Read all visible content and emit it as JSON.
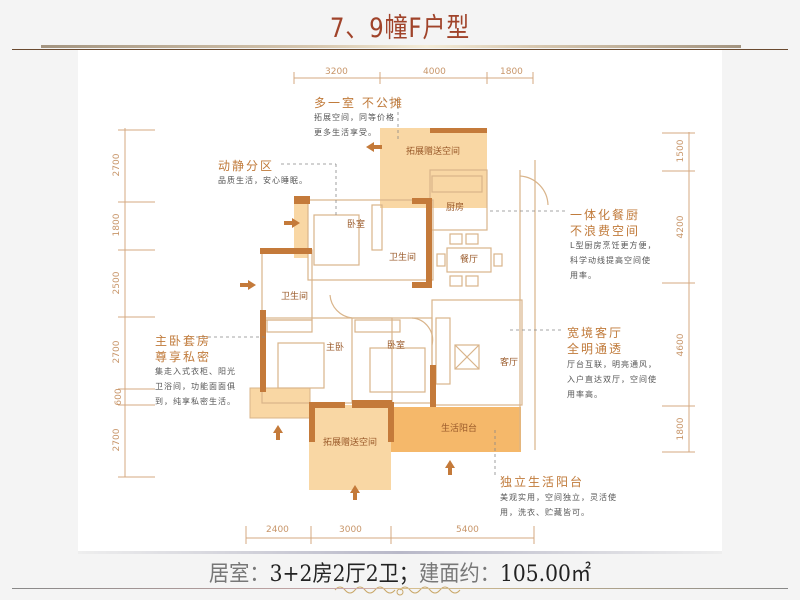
{
  "header": {
    "title": "7、9幢F户型"
  },
  "floorplan": {
    "top_dims": [
      "3200",
      "4000",
      "1800"
    ],
    "bottom_dims": [
      "2400",
      "3000",
      "5400"
    ],
    "left_dims": [
      "2700",
      "1800",
      "2500",
      "2700",
      "600",
      "2700"
    ],
    "right_dims": [
      "1500",
      "4200",
      "4600",
      "1800"
    ],
    "rooms": {
      "ext_top": "拓展赠送空间",
      "kitchen": "厨房",
      "bedroom_top": "卧室",
      "bath_mid": "卫生间",
      "dining": "餐厅",
      "bath_left": "卫生间",
      "master": "主卧",
      "bedroom_mid": "卧室",
      "living": "客厅",
      "ext_bottom": "拓展赠送空间",
      "balcony": "生活阳台"
    },
    "annotations": [
      {
        "heading": "多一室 不公摊",
        "lines": [
          "拓展空间，同等价格",
          "更多生活享受。"
        ]
      },
      {
        "heading": "动静分区",
        "lines": [
          "品质生活，安心睡眠。"
        ]
      },
      {
        "heading": "一体化餐厨",
        "heading2": "不浪费空间",
        "lines": [
          "L型厨房烹饪更方便，",
          "科学动线提高空间使",
          "用率。"
        ]
      },
      {
        "heading": "主卧套房",
        "heading2": "尊享私密",
        "lines": [
          "集走入式衣柜、阳光",
          "卫浴间，功能面面俱",
          "到，纯享私密生活。"
        ]
      },
      {
        "heading": "宽境客厅",
        "heading2": "全明通透",
        "lines": [
          "厅台互联，明亮通风，",
          "入户直达双厅，空间使",
          "用率高。"
        ]
      },
      {
        "heading": "独立生活阳台",
        "lines": [
          "美观实用，空间独立，灵活使",
          "用，洗衣、贮藏皆可。"
        ]
      }
    ]
  },
  "summary": {
    "label1": "居室：",
    "value1": "3+2房2厅2卫；",
    "label2": "建面约：",
    "value2": "105.00㎡"
  },
  "colors": {
    "title": "#a0432a",
    "wall": "#c47a3a",
    "ext_space": "#f9d7a4",
    "balcony": "#f5b86a",
    "line": "#d9b48a"
  }
}
